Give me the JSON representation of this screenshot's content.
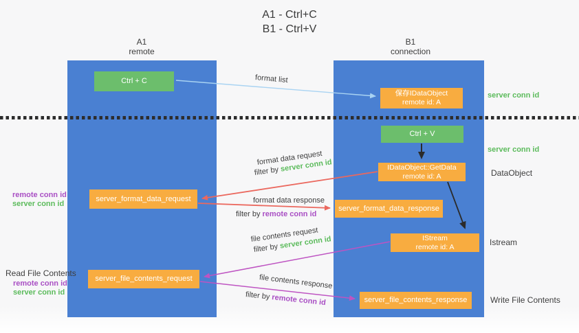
{
  "title": {
    "line1": "A1 - Ctrl+C",
    "line2": "B1 - Ctrl+V"
  },
  "lanes": {
    "left": {
      "id": "A1",
      "subtitle": "remote"
    },
    "right": {
      "id": "B1",
      "subtitle": "connection"
    }
  },
  "nodes": {
    "ctrl_c": {
      "label": "Ctrl + C"
    },
    "save_dataobject": {
      "line1": "保存IDataObject",
      "line2": "remote id: A"
    },
    "ctrl_v": {
      "label": "Ctrl + V"
    },
    "getdata": {
      "line1": "IDataObject::GetData",
      "line2": "remote id: A"
    },
    "istream": {
      "line1": "IStream",
      "line2": "remote id: A"
    },
    "format_request": {
      "label": "server_format_data_request"
    },
    "format_response": {
      "label": "server_format_data_response"
    },
    "file_request": {
      "label": "server_file_contents_request"
    },
    "file_response": {
      "label": "server_file_contents_response"
    }
  },
  "arrow_labels": {
    "format_list": "format list",
    "format_data_request": {
      "label": "format data request",
      "filter_prefix": "filter by ",
      "filter_key": "server conn id"
    },
    "format_data_response": {
      "label": "format data response",
      "filter_prefix": "filter by ",
      "filter_key": "remote conn id"
    },
    "file_contents_request": {
      "label": "file contents request",
      "filter_prefix": "filter by ",
      "filter_key": "server conn id"
    },
    "file_contents_response": {
      "label": "file contents response",
      "filter_prefix": "filter by ",
      "filter_key": "remote conn id"
    }
  },
  "side_labels": {
    "left": {
      "remote_conn_id_1": "remote conn id",
      "server_conn_id_1": "server conn id",
      "read_file_contents": "Read File Contents",
      "remote_conn_id_2": "remote conn id",
      "server_conn_id_2": "server conn id"
    },
    "right": {
      "server_conn_id_1": "server conn id",
      "server_conn_id_2": "server conn id",
      "dataobject": "DataObject",
      "istream": "Istream",
      "write_file_contents": "Write File Contents"
    }
  },
  "colors": {
    "lane_blue": "#4A80D2",
    "node_green": "#6CBE6C",
    "node_orange": "#F8AC40",
    "arrow_red": "#EB685E",
    "arrow_magenta": "#BE54C2",
    "arrow_lightblue": "#A9D3F2",
    "arrow_black": "#2B2B2B",
    "text_green": "#5CBB5C",
    "text_purple": "#A94FC4",
    "text_dark": "#3C3C3C",
    "background": "#F7F7F8"
  }
}
